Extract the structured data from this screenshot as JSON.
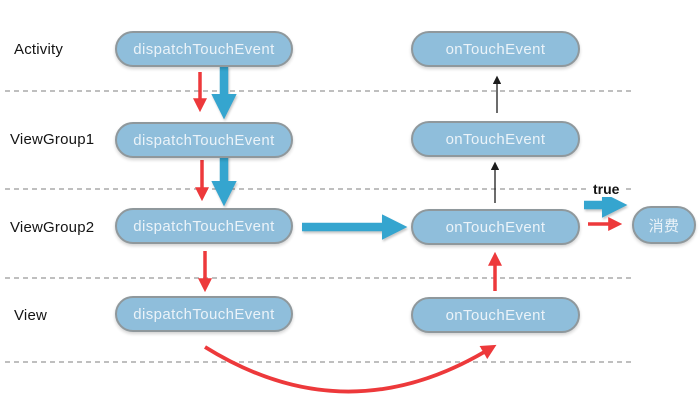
{
  "layers": [
    {
      "label": "Activity",
      "dispatch_pill": "dispatchTouchEvent",
      "ontouch_pill": "onTouchEvent"
    },
    {
      "label": "ViewGroup1",
      "dispatch_pill": "dispatchTouchEvent",
      "ontouch_pill": "onTouchEvent"
    },
    {
      "label": "ViewGroup2",
      "dispatch_pill": "dispatchTouchEvent",
      "ontouch_pill": "onTouchEvent"
    },
    {
      "label": "View",
      "dispatch_pill": "dispatchTouchEvent",
      "ontouch_pill": "onTouchEvent"
    }
  ],
  "annotations": {
    "true_label": "true",
    "consume_pill": "消费"
  },
  "colors": {
    "pill_fill": "#8fbedb",
    "pill_border": "#8f989c",
    "blue_arrow": "#35a5cf",
    "red_arrow": "#ed393b",
    "black_arrow": "#1c1c1c",
    "dashed_line": "#aaaaaa",
    "label_text": "#141414"
  }
}
